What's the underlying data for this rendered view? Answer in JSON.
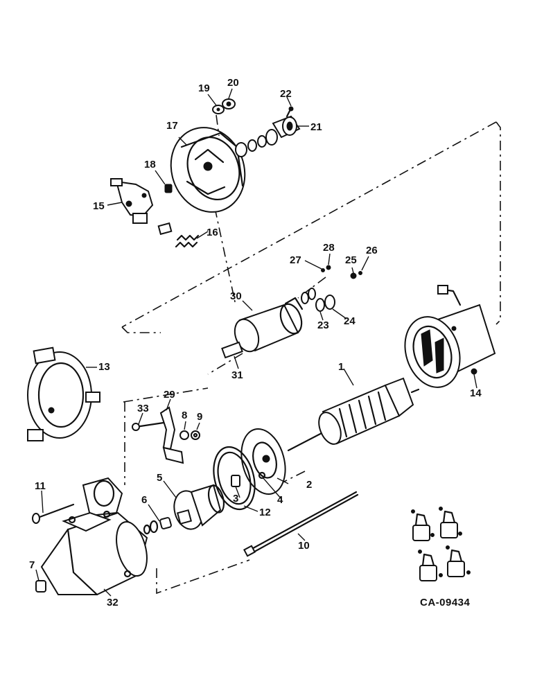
{
  "diagram": {
    "reference_code": "CA-09434",
    "callouts": {
      "p1": "1",
      "p2": "2",
      "p3": "3",
      "p4": "4",
      "p5": "5",
      "p6": "6",
      "p7": "7",
      "p8": "8",
      "p9": "9",
      "p10": "10",
      "p11": "11",
      "p12": "12",
      "p13": "13",
      "p14": "14",
      "p15": "15",
      "p16": "16",
      "p17": "17",
      "p18": "18",
      "p19": "19",
      "p20": "20",
      "p21": "21",
      "p22": "22",
      "p23": "23",
      "p24": "24",
      "p25": "25",
      "p26": "26",
      "p27": "27",
      "p28": "28",
      "p29": "29",
      "p30": "30",
      "p31": "31",
      "p32": "32",
      "p33": "33"
    }
  }
}
